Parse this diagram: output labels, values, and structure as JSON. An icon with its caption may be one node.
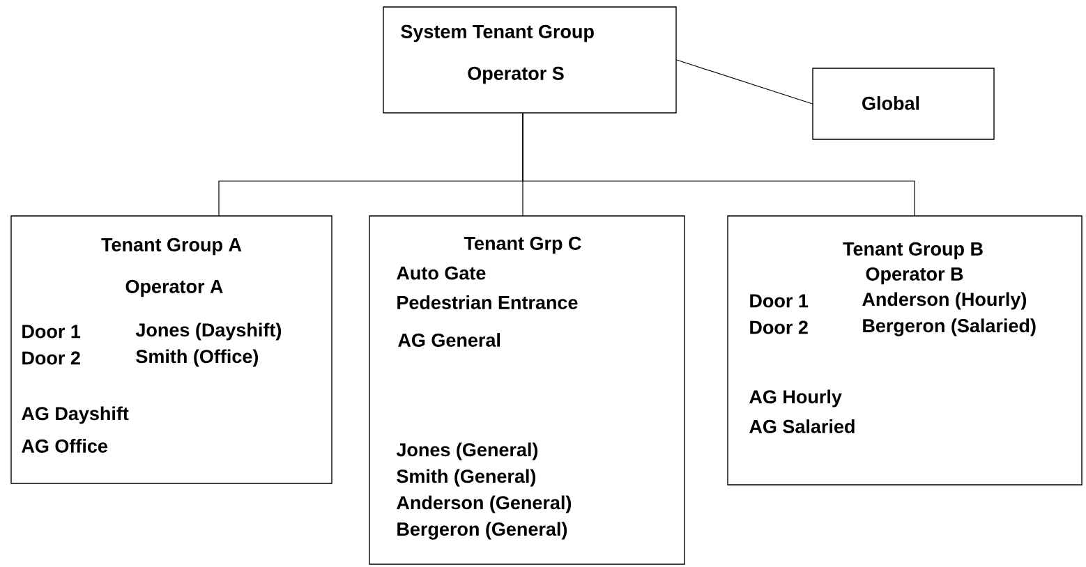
{
  "diagram": {
    "nodes": [
      {
        "text": [
          "System Tenant Group",
          "Operator S"
        ]
      },
      {
        "text": [
          "Global"
        ]
      },
      {
        "text": [
          "Tenant Group A",
          "Operator A",
          "Door 1",
          "Jones (Dayshift)",
          "Door 2",
          "Smith (Office)",
          "AG Dayshift",
          "AG Office"
        ]
      },
      {
        "text": [
          "Tenant Grp C",
          "Auto Gate",
          "Pedestrian Entrance",
          "AG General",
          "Jones (General)",
          "Smith (General)",
          "Anderson (General)",
          "Bergeron (General)"
        ]
      },
      {
        "text": [
          "Tenant Group B",
          "Operator B",
          "Door 1",
          "Anderson (Hourly)",
          "Door 2",
          "Bergeron (Salaried)",
          "AG Hourly",
          "AG Salaried"
        ]
      }
    ],
    "edges": [
      {
        "from": 0,
        "to": 1,
        "arrow": "none"
      },
      {
        "from": 0,
        "to": 2,
        "arrow": "none"
      },
      {
        "from": 0,
        "to": 3,
        "arrow": "none"
      },
      {
        "from": 0,
        "to": 4,
        "arrow": "none"
      }
    ]
  }
}
